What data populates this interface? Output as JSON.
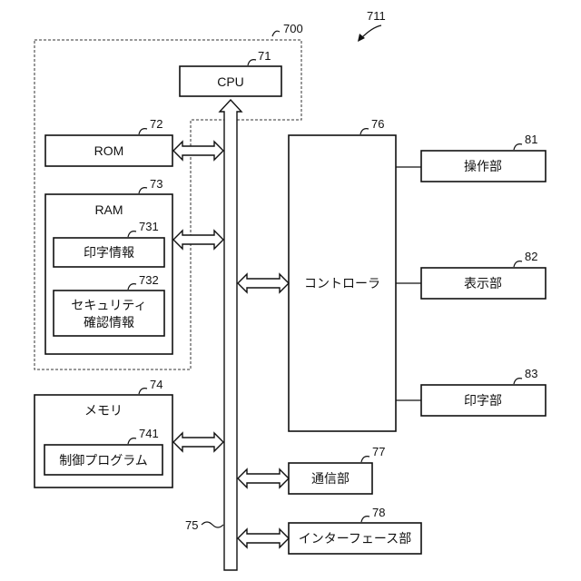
{
  "figure_ref": "711",
  "groups": {
    "cpu_ram_group_ref": "700"
  },
  "cpu": {
    "label": "CPU",
    "ref": "71"
  },
  "rom": {
    "label": "ROM",
    "ref": "72"
  },
  "ram": {
    "label": "RAM",
    "ref": "73",
    "print_info": {
      "label": "印字情報",
      "ref": "731"
    },
    "security_info": {
      "line1": "セキュリティ",
      "line2": "確認情報",
      "ref": "732"
    }
  },
  "memory": {
    "label": "メモリ",
    "ref": "74",
    "control_program": {
      "label": "制御プログラム",
      "ref": "741"
    }
  },
  "bus": {
    "ref": "75"
  },
  "controller": {
    "label": "コントローラ",
    "ref": "76"
  },
  "communication": {
    "label": "通信部",
    "ref": "77"
  },
  "interface": {
    "label": "インターフェース部",
    "ref": "78"
  },
  "operation": {
    "label": "操作部",
    "ref": "81"
  },
  "display": {
    "label": "表示部",
    "ref": "82"
  },
  "printing": {
    "label": "印字部",
    "ref": "83"
  }
}
